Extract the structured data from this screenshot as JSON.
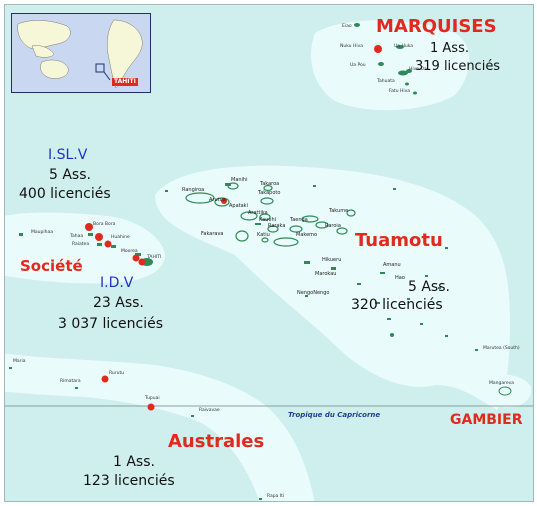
{
  "regions": {
    "marquises": {
      "name": "MARQUISES",
      "assoc": "1 Ass.",
      "licences": "319 licenciés"
    },
    "tuamotu": {
      "name": "Tuamotu",
      "assoc": "5 Ass.",
      "licences": "320 licenciés"
    },
    "gambier": {
      "name": "GAMBIER"
    },
    "australes": {
      "name": "Australes",
      "assoc": "1 Ass.",
      "licences": "123 licenciés"
    },
    "societe": {
      "name": "Société"
    },
    "islv": {
      "name": "I.SL.V",
      "assoc": "5 Ass.",
      "licences": "400 licenciés"
    },
    "idv": {
      "name": "I.D.V",
      "assoc": "23 Ass.",
      "licences": "3 037 licenciés"
    }
  },
  "tropic_label": "Tropique du Capricorne",
  "inset_label": "TAHITI",
  "islands": {
    "eiao": "Eiao",
    "nuku_hiva": "Nuku Hiva",
    "ua_huka": "Ua Huka",
    "ua_pou": "Ua Pou",
    "hiva_oa": "Hiva Oa",
    "tahuata": "Tahuata",
    "fatu_hiva": "Fatu Hiva",
    "rangiroa": "Rangiroa",
    "arutua": "Arutua",
    "manihi": "Manihi",
    "takaroa": "Takaroa",
    "takapoto": "Takapoto",
    "apataki": "Apataki",
    "arattika": "Arattika",
    "kauehi": "Kauehi",
    "taenga": "Taenga",
    "raraka": "Raraka",
    "makemo": "Makemo",
    "fakarava": "Fakarava",
    "katiu": "Katiu",
    "takume": "Takume",
    "raroia": "Raroia",
    "hikueru": "Hikueru",
    "amanu": "Amanu",
    "marokau": "Marokau",
    "hao": "Hao",
    "nengonengo": "NengoNengo",
    "bora_bora": "Bora Bora",
    "maupihaa": "Maupihaa",
    "tahaa": "Tahaa",
    "huahine": "Huahine",
    "raiatea": "Raiatea",
    "moorea": "Moorea",
    "tahiti": "TAHITI",
    "maria": "Maria",
    "rimatara": "Rimatara",
    "rurutu": "Rurutu",
    "tupuai": "Tupuai",
    "raivavae": "Raivavae",
    "rapa_iti": "Rapa Iti",
    "maruteа_south": "Marutea (South)",
    "mangareva": "Mangareva"
  },
  "colors": {
    "sea": "#cfeeee",
    "shelf": "#eafbfb",
    "region_red": "#e12a1e",
    "region_blue": "#1f33c9",
    "island_green": "#2e8b57"
  }
}
